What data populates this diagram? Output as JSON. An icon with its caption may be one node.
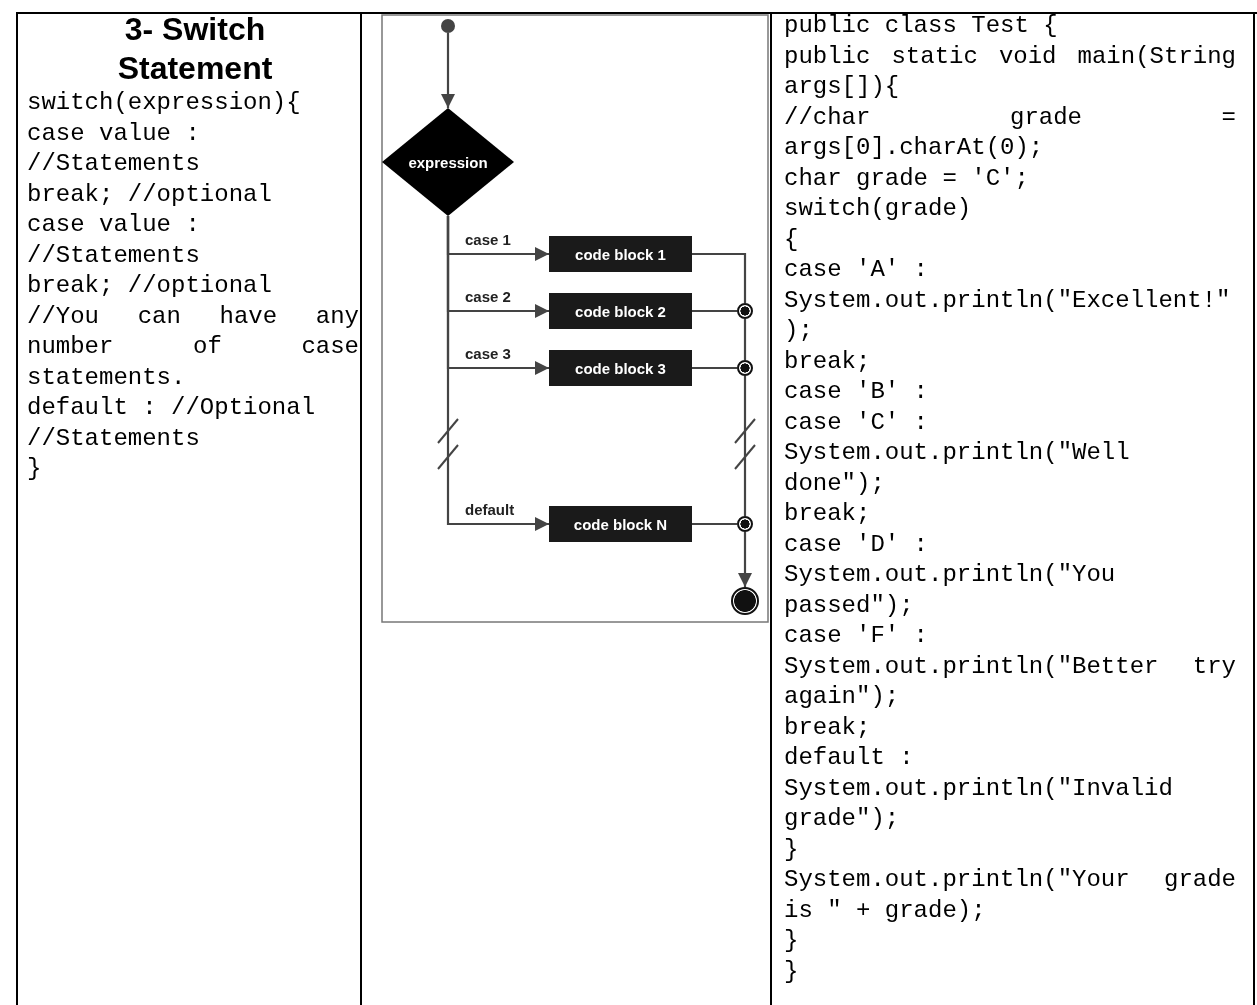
{
  "diagram": {
    "title": "3- Switch Statement",
    "nodes": [
      {
        "text": [],
        "shape": "circle"
      },
      {
        "text": [
          "expression"
        ]
      },
      {
        "text": [
          "code block 1"
        ]
      },
      {
        "text": [
          "code block 2"
        ]
      },
      {
        "text": [
          "code block 3"
        ]
      },
      {
        "text": [
          "code block N"
        ]
      },
      {
        "text": [],
        "shape": "circle"
      },
      {
        "text": [],
        "shape": "circle"
      },
      {
        "text": [],
        "shape": "circle"
      },
      {
        "text": [],
        "shape": "circle"
      }
    ],
    "edges": [
      {
        "from": 0,
        "to": 1,
        "arrow": "to"
      },
      {
        "from": 1,
        "to": 2,
        "arrow": "to",
        "label": "case 1"
      },
      {
        "from": 1,
        "to": 3,
        "arrow": "to",
        "label": "case 2"
      },
      {
        "from": 1,
        "to": 4,
        "arrow": "to",
        "label": "case 3"
      },
      {
        "from": 1,
        "to": 5,
        "arrow": "to",
        "label": "default"
      },
      {
        "from": 2,
        "to": 6,
        "arrow": "none"
      },
      {
        "from": 3,
        "to": 6,
        "arrow": "none"
      },
      {
        "from": 6,
        "to": 7,
        "arrow": "none"
      },
      {
        "from": 4,
        "to": 7,
        "arrow": "none"
      },
      {
        "from": 7,
        "to": 8,
        "arrow": "none"
      },
      {
        "from": 5,
        "to": 8,
        "arrow": "none"
      },
      {
        "from": 8,
        "to": 9,
        "arrow": "to"
      }
    ],
    "labels": [
      "switch(expression){",
      "case value :",
      "//Statements",
      "break; //optional",
      "case value :",
      "//Statements",
      "break; //optional",
      "//You can have any number of case statements.",
      "default : //Optional",
      "//Statements",
      "}",
      "public class Test {",
      "public static void main(String args[]){",
      "//char grade = args[0].charAt(0);",
      "char grade = 'C';",
      "switch(grade)",
      "{",
      "case 'A' :",
      "System.out.println(\"Excellent!\");",
      "break;",
      "case 'B' :",
      "case 'C' :",
      "System.out.println(\"Well done\");",
      "break;",
      "case 'D' :",
      "System.out.println(\"You passed\");",
      "case 'F' :",
      "System.out.println(\"Better try again\");",
      "break;",
      "default :",
      "System.out.println(\"Invalid grade\");",
      "}",
      "System.out.println(\"Your grade is \" + grade);",
      "}",
      "}"
    ]
  }
}
